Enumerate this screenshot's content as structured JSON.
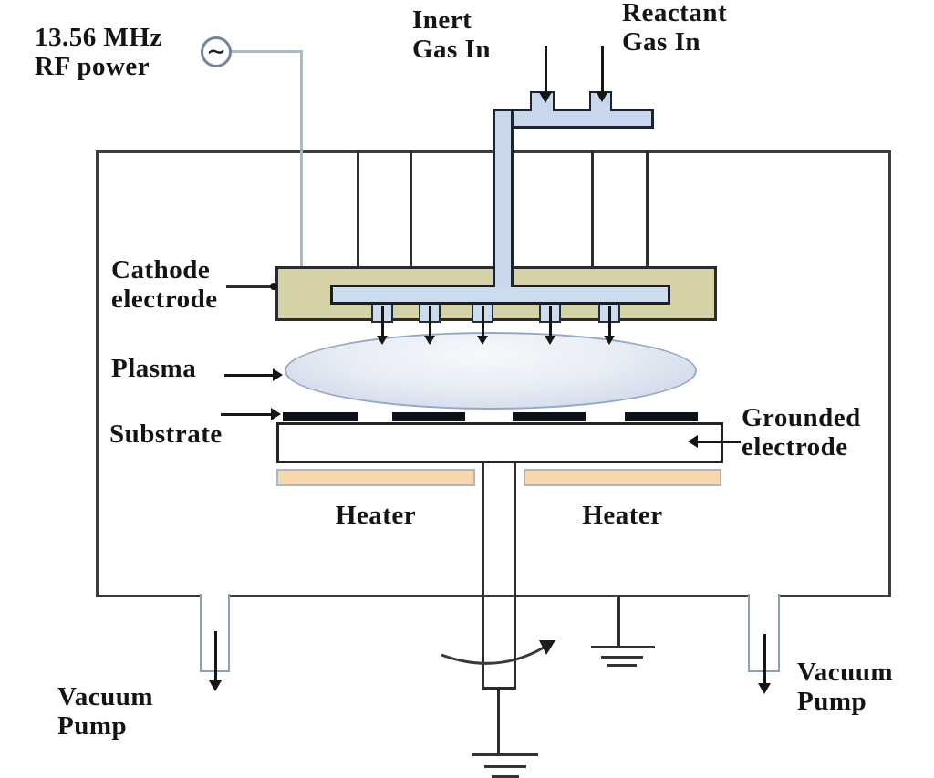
{
  "labels": {
    "rf_power": {
      "line1": "13.56 MHz",
      "line2": "RF power"
    },
    "inert_gas": {
      "line1": "Inert",
      "line2": "Gas In"
    },
    "reactant_gas": {
      "line1": "Reactant",
      "line2": "Gas In"
    },
    "cathode": {
      "line1": "Cathode",
      "line2": "electrode"
    },
    "plasma": "Plasma",
    "substrate": "Substrate",
    "grounded": {
      "line1": "Grounded",
      "line2": "electrode"
    },
    "heater_left": "Heater",
    "heater_right": "Heater",
    "vacuum_left": {
      "line1": "Vacuum",
      "line2": "Pump"
    },
    "vacuum_right": {
      "line1": "Vacuum",
      "line2": "Pump"
    }
  },
  "icons": {
    "ac_source": "∼"
  },
  "colors": {
    "line_dark": "#2e2e2e",
    "chamber_gray": "#3d3d3d",
    "component_blue": "#c9d7ec",
    "component_border": "#1c2430",
    "cathode_tan": "#d7d1a6",
    "heater_peach": "#f7d7ad",
    "heater_border": "#a9b6c6",
    "plasma_center": "#f6f8fb",
    "plasma_edge": "#c6d1e5",
    "plasma_border": "#95a7c4",
    "rf_line_blue": "#a3bcd6",
    "duct_gray": "#8e9eb4",
    "text_color": "#141414"
  }
}
